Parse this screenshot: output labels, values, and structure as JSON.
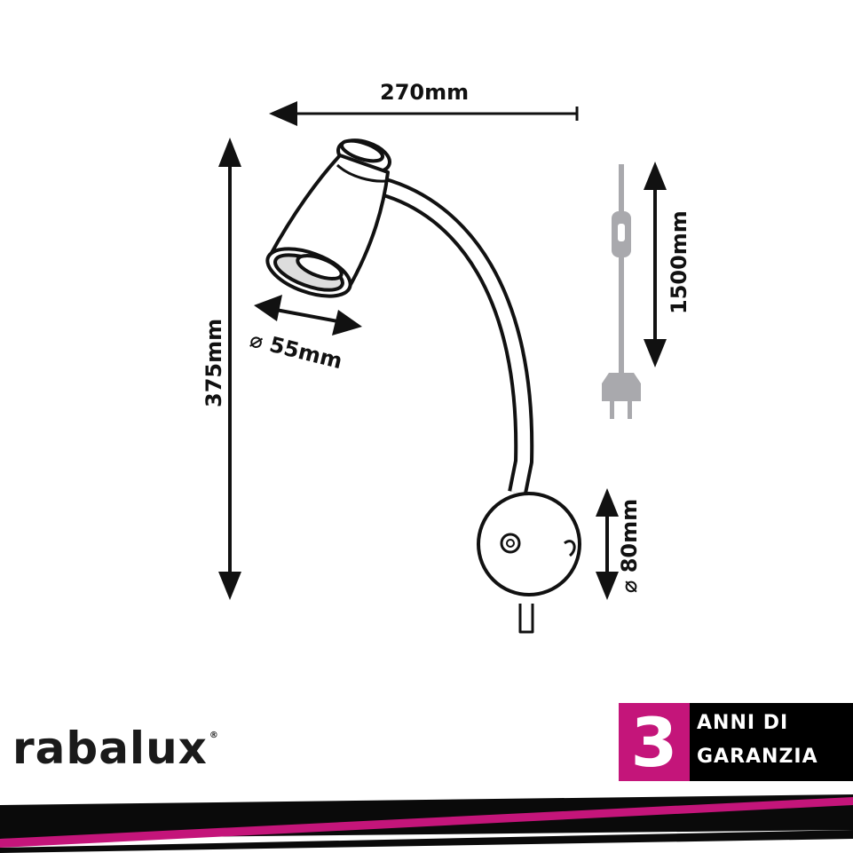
{
  "dimensions": {
    "width": "270mm",
    "height": "375mm",
    "head_diameter": "⌀ 55mm",
    "cable_length": "1500mm",
    "base_diameter": "⌀ 80mm"
  },
  "brand": {
    "name": "rabalux",
    "mark": "®"
  },
  "warranty": {
    "number": "3",
    "line1": "ANNI DI",
    "line2": "GARANZIA"
  },
  "colors": {
    "accent": "#c4157a",
    "ink": "#111111",
    "cable": "#a9a9ad"
  },
  "icons": [
    "lamp-icon",
    "plug-icon",
    "dimension-arrow-icon"
  ]
}
